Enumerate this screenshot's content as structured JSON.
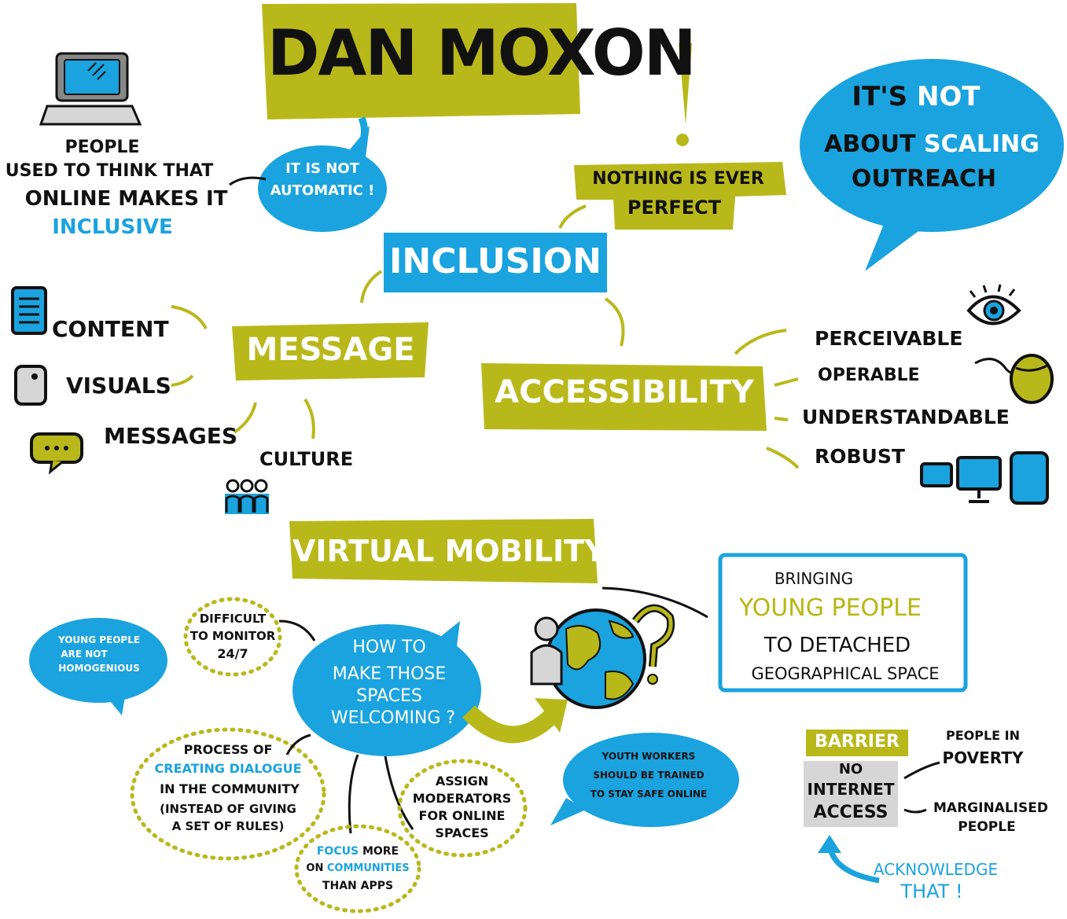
{
  "colors": {
    "olive": "#b9b81a",
    "blue": "#1aa3de",
    "grey": "#d6d6d6",
    "ink": "#111111"
  },
  "title": "DAN MOXON",
  "top_left": {
    "icon": "laptop-icon",
    "note_lines": [
      "PEOPLE",
      "USED TO THINK THAT",
      "ONLINE MAKES IT"
    ],
    "note_highlight": "INCLUSIVE",
    "bubble_lines": [
      "IT IS NOT",
      "AUTOMATIC !"
    ]
  },
  "exclamation": "!",
  "nothing_perfect": [
    "NOTHING IS EVER",
    "PERFECT"
  ],
  "scaling_bubble": {
    "line1_a": "IT'S",
    "line1_b": "NOT",
    "line2_a": "ABOUT",
    "line2_b": "SCALING",
    "line3": "OUTREACH"
  },
  "inclusion": "INCLUSION",
  "message": {
    "label": "MESSAGE",
    "items": [
      {
        "label": "CONTENT",
        "icon": "document-icon"
      },
      {
        "label": "VISUALS",
        "icon": "camera-icon"
      },
      {
        "label": "MESSAGES",
        "icon": "chat-icon"
      },
      {
        "label": "CULTURE",
        "icon": "people-icon"
      }
    ]
  },
  "accessibility": {
    "label": "ACCESSIBILITY",
    "items": [
      {
        "label": "PERCEIVABLE",
        "icon": "eye-icon"
      },
      {
        "label": "OPERABLE",
        "icon": "mouse-icon"
      },
      {
        "label": "UNDERSTANDABLE"
      },
      {
        "label": "ROBUST",
        "icon": "devices-icon"
      }
    ]
  },
  "virtual_mobility": {
    "label": "VIRTUAL MOBILITY",
    "center_bubble": [
      "HOW TO",
      "MAKE THOSE",
      "SPACES",
      "WELCOMING ?"
    ],
    "young_people_bubble": [
      "YOUNG PEOPLE",
      "ARE NOT",
      "HOMOGENIOUS"
    ],
    "difficult": [
      "DIFFICULT",
      "TO MONITOR",
      "24/7"
    ],
    "dialogue": {
      "line1": "PROCESS OF",
      "line2": "CREATING DIALOGUE",
      "line3": "IN THE COMMUNITY",
      "line4": "(INSTEAD OF GIVING",
      "line5": "A SET OF RULES)"
    },
    "focus": {
      "line1_a": "FOCUS",
      "line1_b": "MORE",
      "line2_a": "ON",
      "line2_b": "COMMUNITIES",
      "line3": "THAN APPS"
    },
    "moderators": [
      "ASSIGN",
      "MODERATORS",
      "FOR ONLINE",
      "SPACES"
    ],
    "youth_workers": [
      "YOUTH WORKERS",
      "SHOULD BE TRAINED",
      "TO STAY SAFE ONLINE"
    ],
    "bringing": {
      "line1": "BRINGING",
      "line2": "YOUNG PEOPLE",
      "line3": "TO DETACHED",
      "line4": "GEOGRAPHICAL SPACE"
    },
    "globe_icon": "globe-person-icon"
  },
  "barrier": {
    "label": "BARRIER",
    "box": [
      "NO",
      "INTERNET",
      "ACCESS"
    ],
    "right": [
      [
        "PEOPLE IN",
        "POVERTY"
      ],
      [
        "MARGINALISED",
        "PEOPLE"
      ]
    ],
    "acknowledge": [
      "ACKNOWLEDGE",
      "THAT !"
    ]
  }
}
